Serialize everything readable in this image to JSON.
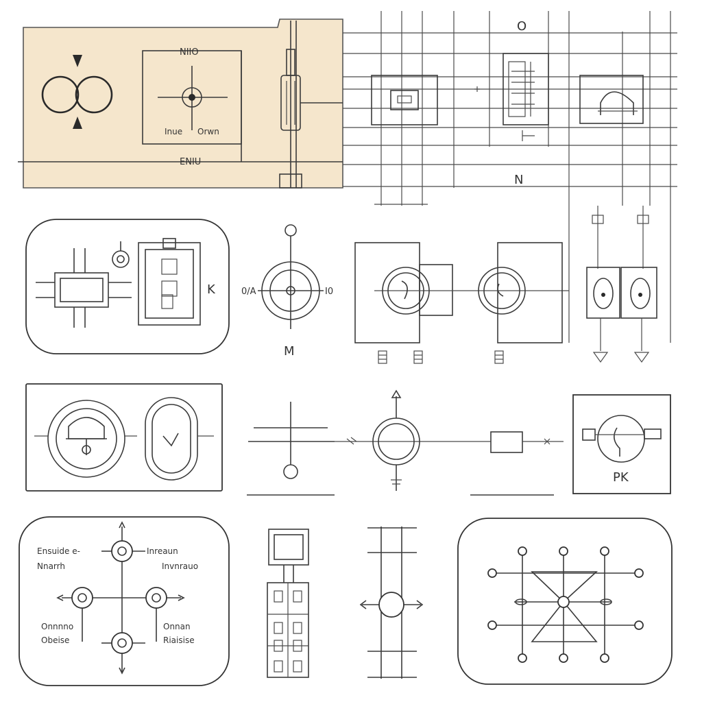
{
  "colors": {
    "panel_fill": "#f5e6cc",
    "line": "#3a3a3a",
    "background": "#ffffff"
  },
  "labels": {
    "top_meter_top": "NIIO",
    "top_meter_left": "Inue",
    "top_meter_right": "Orwn",
    "top_bus": "ENIU",
    "top_right_o": "O",
    "top_right_n": "N",
    "motor_left": "0/A",
    "motor_right": "I0",
    "motor_bottom": "M",
    "panel_c_k": "K",
    "pk_label": "PK",
    "hub_tl_1": "Ensuide e-",
    "hub_tl_2": "Nnarrh",
    "hub_tr_1": "Inreaun",
    "hub_tr_2": "Invnrauo",
    "hub_bl_1": "Onnnno",
    "hub_bl_2": "Obeise",
    "hub_br_1": "Onnan",
    "hub_br_2": "Riaisise"
  },
  "icons": [
    "double-circle-icon",
    "meter-icon",
    "fuse-icon",
    "motor-icon",
    "lamp-icon",
    "ground-icon",
    "switch-icon",
    "resistor-icon"
  ]
}
